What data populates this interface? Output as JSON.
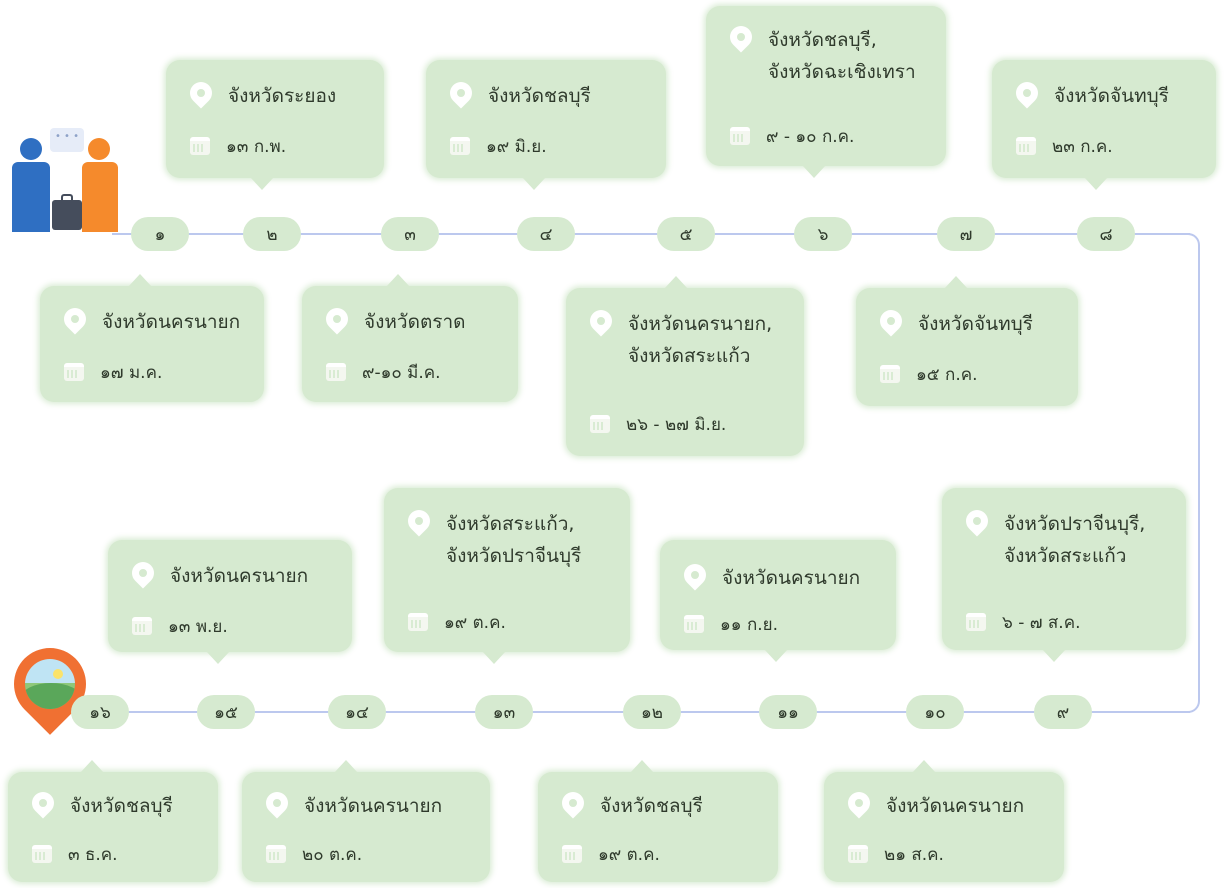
{
  "colors": {
    "card": "#d6ead0",
    "line": "#bcc8ee",
    "pin_orange": "#f07032"
  },
  "icons": {
    "start": "people-with-luggage-icon",
    "end": "map-pin-icon",
    "location": "location-pin-icon",
    "date": "calendar-icon"
  },
  "top_row_numbers": [
    "๑",
    "๒",
    "๓",
    "๔",
    "๕",
    "๖",
    "๗",
    "๘"
  ],
  "bottom_row_numbers": [
    "๑๖",
    "๑๕",
    "๑๔",
    "๑๓",
    "๑๒",
    "๑๑",
    "๑๐",
    "๙"
  ],
  "events": [
    {
      "num": "๑",
      "location": [
        "จังหวัดนครนายก"
      ],
      "date": "๑๗ ม.ค."
    },
    {
      "num": "๒",
      "location": [
        "จังหวัดระยอง"
      ],
      "date": "๑๓ ก.พ."
    },
    {
      "num": "๓",
      "location": [
        "จังหวัดตราด"
      ],
      "date": "๙-๑๐ มี.ค."
    },
    {
      "num": "๔",
      "location": [
        "จังหวัดชลบุรี"
      ],
      "date": "๑๙ มิ.ย."
    },
    {
      "num": "๕",
      "location": [
        "จังหวัดนครนายก,",
        "จังหวัดสระแก้ว"
      ],
      "date": "๒๖ - ๒๗ มิ.ย."
    },
    {
      "num": "๖",
      "location": [
        "จังหวัดชลบุรี,",
        "จังหวัดฉะเชิงเทรา"
      ],
      "date": "๙ - ๑๐ ก.ค."
    },
    {
      "num": "๗",
      "location": [
        "จังหวัดจันทบุรี"
      ],
      "date": "๑๕ ก.ค."
    },
    {
      "num": "๘",
      "location": [
        "จังหวัดจันทบุรี"
      ],
      "date": "๒๓ ก.ค."
    },
    {
      "num": "๙",
      "location": [
        "จังหวัดปราจีนบุรี,",
        "จังหวัดสระแก้ว"
      ],
      "date": "๖ - ๗ ส.ค."
    },
    {
      "num": "๑๐",
      "location": [
        "จังหวัดนครนายก"
      ],
      "date": "๒๑ ส.ค."
    },
    {
      "num": "๑๑",
      "location": [
        "จังหวัดนครนายก"
      ],
      "date": "๑๑ ก.ย."
    },
    {
      "num": "๑๒",
      "location": [
        "จังหวัดชลบุรี"
      ],
      "date": "๑๙ ต.ค."
    },
    {
      "num": "๑๓",
      "location": [
        "จังหวัดสระแก้ว,",
        "จังหวัดปราจีนบุรี"
      ],
      "date": "๑๙ ต.ค."
    },
    {
      "num": "๑๔",
      "location": [
        "จังหวัดนครนายก"
      ],
      "date": "๒๐ ต.ค."
    },
    {
      "num": "๑๕",
      "location": [
        "จังหวัดนครนายก"
      ],
      "date": "๑๓ พ.ย."
    },
    {
      "num": "๑๖",
      "location": [
        "จังหวัดชลบุรี"
      ],
      "date": "๓ ธ.ค."
    }
  ]
}
